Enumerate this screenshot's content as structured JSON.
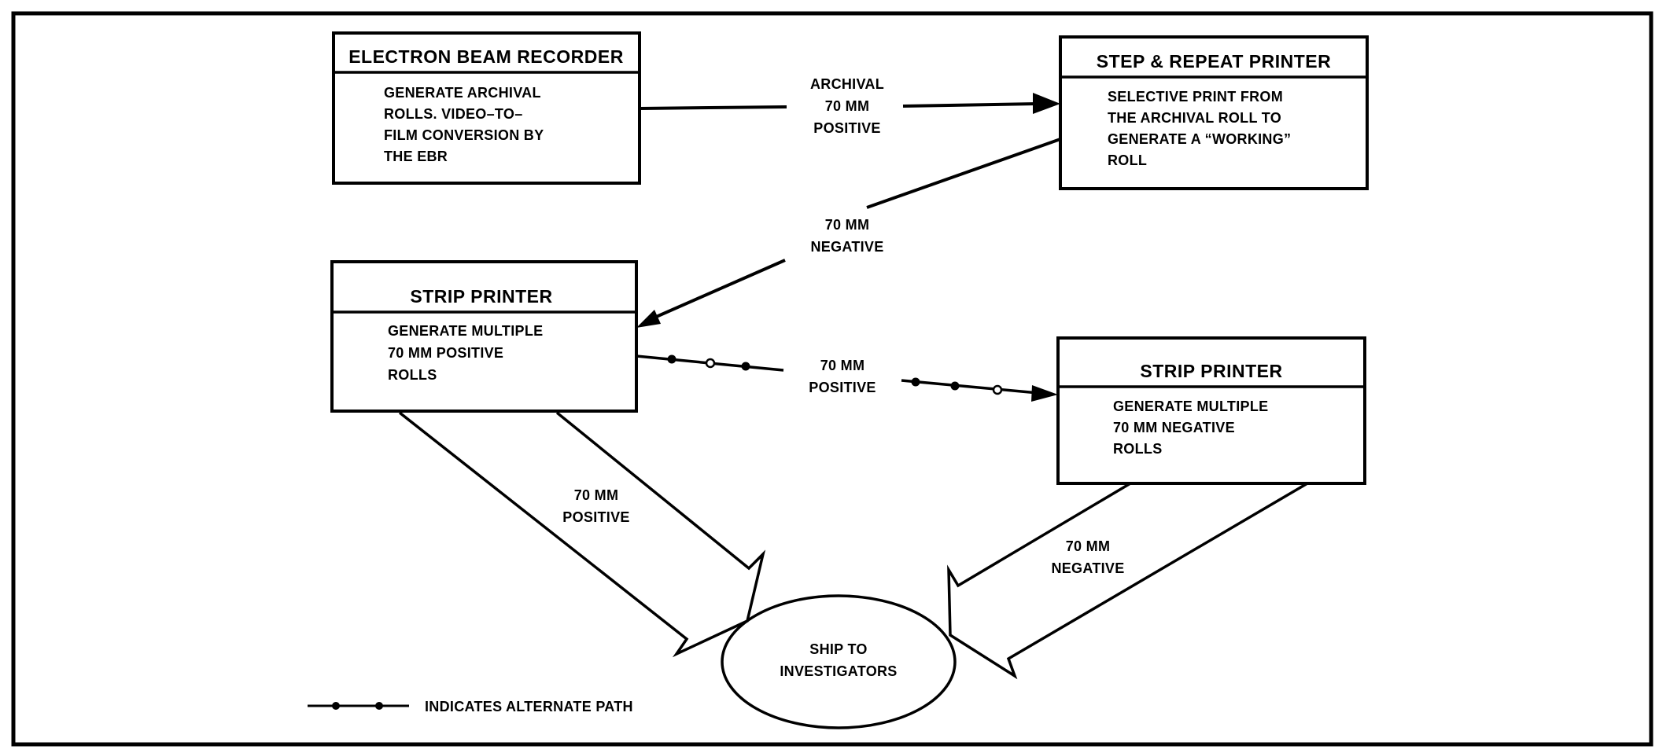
{
  "diagram": {
    "type": "flowchart",
    "nodes": {
      "ebr": {
        "title": "ELECTRON BEAM RECORDER",
        "lines": [
          "GENERATE ARCHIVAL",
          "ROLLS. VIDEO–TO–",
          "FILM CONVERSION BY",
          "THE EBR"
        ]
      },
      "step_repeat": {
        "title": "STEP & REPEAT PRINTER",
        "lines": [
          "SELECTIVE PRINT FROM",
          "THE ARCHIVAL ROLL TO",
          "GENERATE A “WORKING”",
          "ROLL"
        ]
      },
      "strip_positive": {
        "title": "STRIP PRINTER",
        "lines": [
          "GENERATE MULTIPLE",
          "70 MM POSITIVE",
          "ROLLS"
        ]
      },
      "strip_negative": {
        "title": "STRIP PRINTER",
        "lines": [
          "GENERATE MULTIPLE",
          "70 MM NEGATIVE",
          "ROLLS"
        ]
      },
      "ship": {
        "lines": [
          "SHIP TO",
          "INVESTIGATORS"
        ]
      }
    },
    "edges": {
      "ebr_to_step": {
        "from": "ebr",
        "to": "step_repeat",
        "lines": [
          "ARCHIVAL",
          "70 MM",
          "POSITIVE"
        ]
      },
      "step_to_strip": {
        "from": "step_repeat",
        "to": "strip_positive",
        "lines": [
          "70 MM",
          "NEGATIVE"
        ]
      },
      "strip_to_strip_alt": {
        "from": "strip_positive",
        "to": "strip_negative",
        "alternate": true,
        "lines": [
          "70 MM",
          "POSITIVE"
        ]
      },
      "strip_pos_to_ship": {
        "from": "strip_positive",
        "to": "ship",
        "lines": [
          "70 MM",
          "POSITIVE"
        ]
      },
      "strip_neg_to_ship": {
        "from": "strip_negative",
        "to": "ship",
        "lines": [
          "70 MM",
          "NEGATIVE"
        ]
      }
    },
    "legend": {
      "alternate_path_label": "INDICATES ALTERNATE PATH"
    }
  }
}
